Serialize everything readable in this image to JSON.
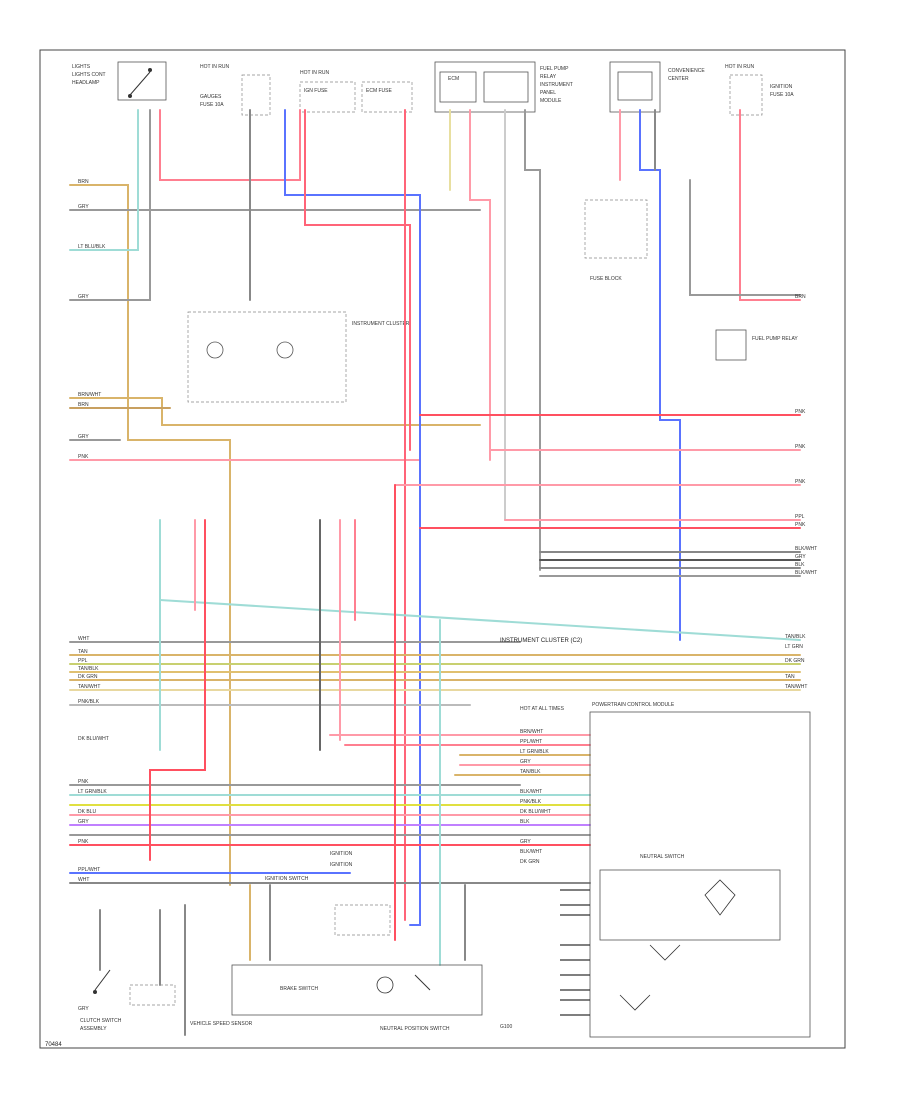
{
  "diagram": {
    "footer_code": "70484",
    "components": {
      "light_switch": "LIGHTS",
      "hot_in_run_left": "HOT IN RUN",
      "hot_in_run_mid": "HOT IN RUN",
      "hot_in_run_right": "HOT IN RUN",
      "instrument_cluster": "INSTRUMENT CLUSTER",
      "instrument_cluster_cont": "INSTRUMENT CLUSTER (C2)",
      "ignition_switch": "IGNITION SWITCH",
      "transmission_module": "POWERTRAIN CONTROL MODULE",
      "neutral_switch": "NEUTRAL POSITION SWITCH",
      "clutch_switch": "CLUTCH SWITCH",
      "fuel_pump_relay": "FUEL PUMP RELAY",
      "vss": "VEHICLE SPEED SENSOR",
      "brake_switch": "BRAKE SWITCH",
      "ground": "G100"
    },
    "wire_labels": {
      "left": [
        "BRN",
        "GRY",
        "LT BLU/BLK",
        "GRY",
        "BRN/WHT",
        "BRN",
        "GRY",
        "PNK",
        "WHT",
        "TAN",
        "PPL",
        "TAN/BLK",
        "DK GRN",
        "TAN/WHT",
        "PNK/BLK",
        "DK BLU/WHT",
        "PNK",
        "LT GRN/BLK",
        "DK BLU",
        "GRY",
        "PNK",
        "PPL/WHT",
        "WHT",
        "GRY"
      ],
      "right": [
        "BRN",
        "PNK",
        "PNK",
        "PNK",
        "PPL",
        "PNK",
        "BLK/WHT",
        "GRY",
        "BLK",
        "BLK/WHT",
        "TAN/BLK",
        "LT GRN",
        "DK GRN",
        "TAN",
        "TAN/WHT"
      ],
      "connector": [
        "BRN/WHT",
        "PPL/WHT",
        "LT GRN/BLK",
        "GRY",
        "TAN/BLK",
        "BLK/WHT",
        "PNK/BLK",
        "DK BLU/WHT",
        "BLK",
        "GRY",
        "BLK/WHT",
        "DK GRN"
      ]
    },
    "notes": [
      "INSTRUMENT CLUSTER (C2)",
      "FUEL PUMP RELAY",
      "HOT AT ALL TIMES",
      "IGNITION"
    ]
  }
}
